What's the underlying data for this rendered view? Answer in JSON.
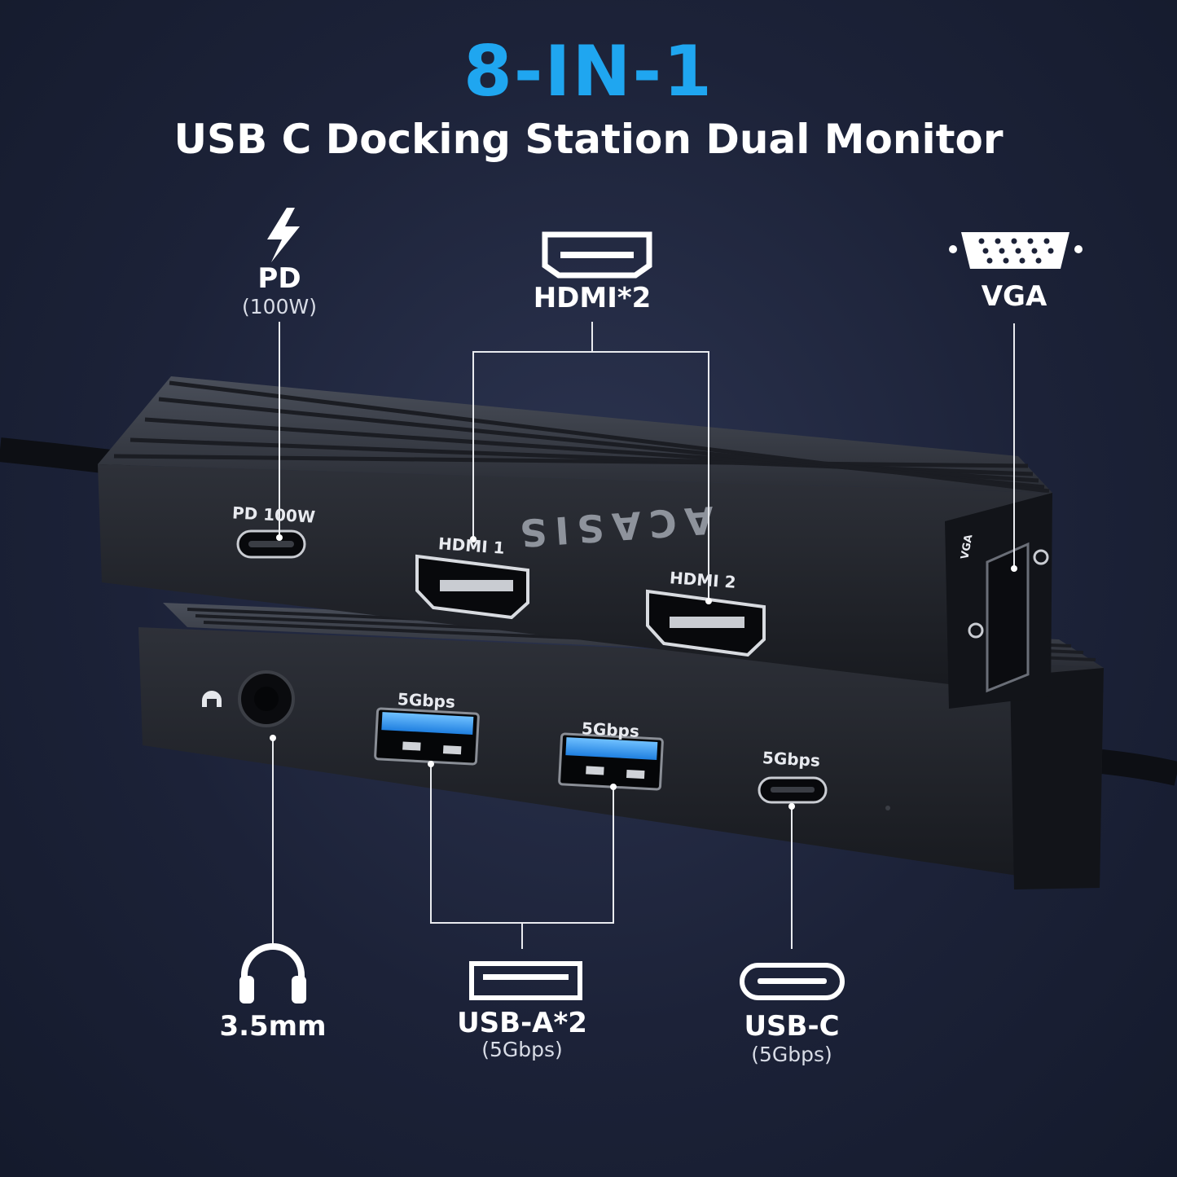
{
  "header": {
    "headline": "8-IN-1",
    "subheadline": "USB C Docking Station Dual Monitor"
  },
  "callouts": {
    "pd": {
      "title": "PD",
      "detail": "(100W)",
      "icon": "lightning-bolt-icon"
    },
    "hdmi": {
      "title": "HDMI*2",
      "icon": "hdmi-port-icon"
    },
    "vga": {
      "title": "VGA",
      "icon": "vga-port-icon"
    },
    "audio": {
      "title": "3.5mm",
      "icon": "headphones-icon"
    },
    "usb_a": {
      "title": "USB-A*2",
      "detail": "(5Gbps)",
      "icon": "usb-a-port-icon"
    },
    "usb_c": {
      "title": "USB-C",
      "detail": "(5Gbps)",
      "icon": "usb-c-port-icon"
    }
  },
  "device": {
    "brand": "ACASIS",
    "top_unit_ports": {
      "pd": "PD 100W",
      "hdmi1": "HDMI 1",
      "hdmi2": "HDMI 2",
      "vga": "VGA"
    },
    "bottom_unit_ports": {
      "usb_a_1": "5Gbps",
      "usb_a_2": "5Gbps",
      "usb_c": "5Gbps"
    }
  },
  "colors": {
    "accent": "#1fa6f0",
    "background": "#1c2238",
    "usb_blue": "#2f8ff0"
  }
}
